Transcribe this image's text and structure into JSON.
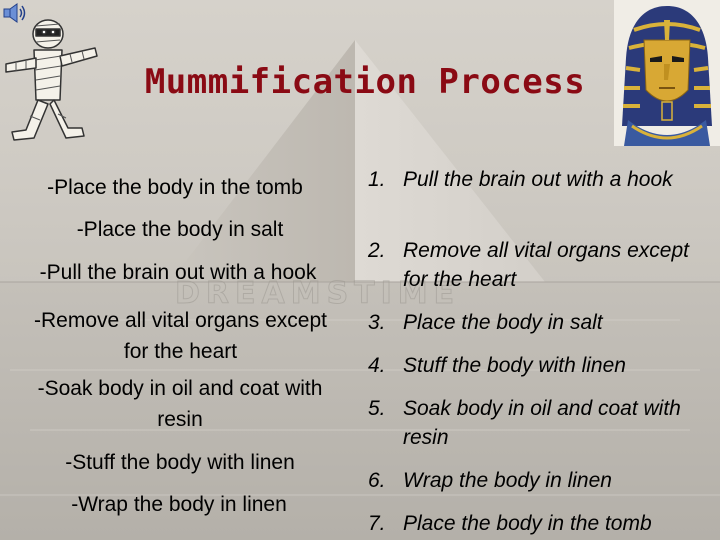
{
  "slide": {
    "title": "Mummification Process",
    "watermark": "DREAMSTIME",
    "unordered_steps": [
      "-Place the body in the tomb",
      "-Place the body in salt",
      "-Pull the brain out with a hook",
      "-Remove all vital organs except for the heart",
      "-Soak body in oil and coat with resin",
      "-Stuff the body with linen",
      "-Wrap the body in linen"
    ],
    "ordered_steps": [
      {
        "num": "1.",
        "text": "Pull the brain out with a hook"
      },
      {
        "num": "2.",
        "text": "Remove all vital organs except for the heart"
      },
      {
        "num": "3.",
        "text": "Place the body in salt"
      },
      {
        "num": "4.",
        "text": "Stuff the body with linen"
      },
      {
        "num": "5.",
        "text": "Soak body in oil and coat with resin"
      },
      {
        "num": "6.",
        "text": "Wrap the body in linen"
      },
      {
        "num": "7.",
        "text": "Place the body in the tomb"
      }
    ]
  },
  "colors": {
    "title": "#8a0a14",
    "text": "#000000",
    "background": "#d2cec7"
  },
  "icons": {
    "speaker": "speaker-icon",
    "mummy": "mummy-clipart",
    "mask": "pharaoh-mask-image"
  }
}
